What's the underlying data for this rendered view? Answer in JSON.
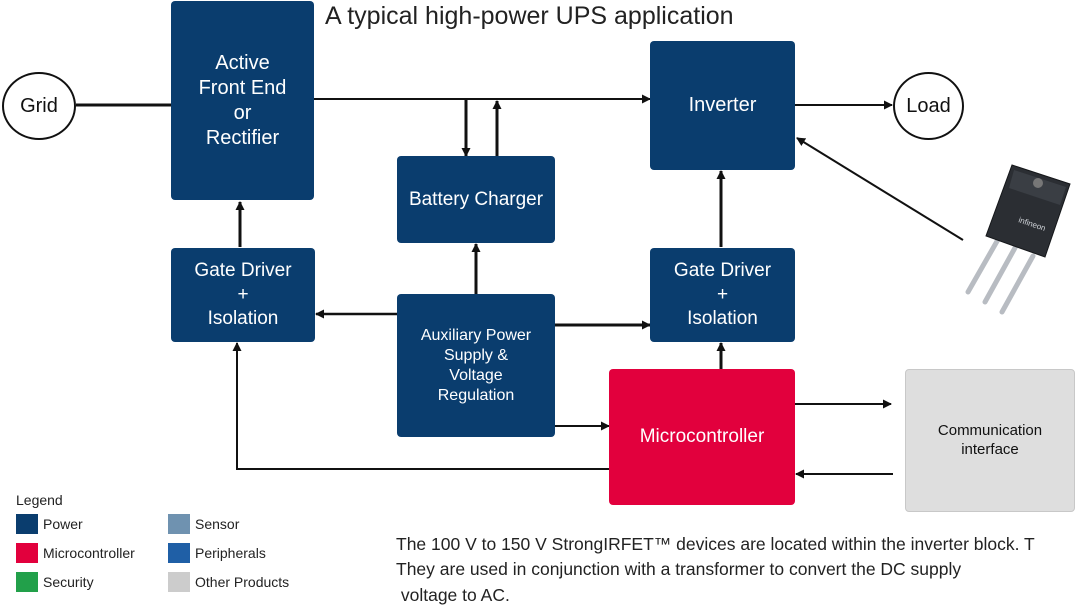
{
  "title": "A typical high-power UPS application",
  "nodes": {
    "grid": "Grid",
    "load": "Load",
    "rectifier": [
      "Active",
      "Front End",
      "or",
      "Rectifier"
    ],
    "inverter": "Inverter",
    "battery_charger": "Battery Charger",
    "gate_driver_left": [
      "Gate Driver",
      "+",
      "Isolation"
    ],
    "gate_driver_right": [
      "Gate Driver",
      "+",
      "Isolation"
    ],
    "aux_power": [
      "Auxiliary Power",
      "Supply &",
      "Voltage",
      "Regulation"
    ],
    "microcontroller": "Microcontroller",
    "communication": [
      "Communication",
      "interface"
    ]
  },
  "legend": {
    "title": "Legend",
    "items": [
      {
        "label": "Power",
        "color": "#0a3d6e"
      },
      {
        "label": "Sensor",
        "color": "#6f92b0"
      },
      {
        "label": "Microcontroller",
        "color": "#e2003d"
      },
      {
        "label": "Peripherals",
        "color": "#1f5fa6"
      },
      {
        "label": "Security",
        "color": "#22a04a"
      },
      {
        "label": "Other Products",
        "color": "#cccccc"
      }
    ]
  },
  "note": [
    "The 100 V to 150 V StrongIRFET™ devices are located within the inverter block. T",
    "They are used in conjunction with a transformer  to convert the DC supply",
    " voltage to AC."
  ],
  "component_chip": {
    "brand": "infineon"
  }
}
